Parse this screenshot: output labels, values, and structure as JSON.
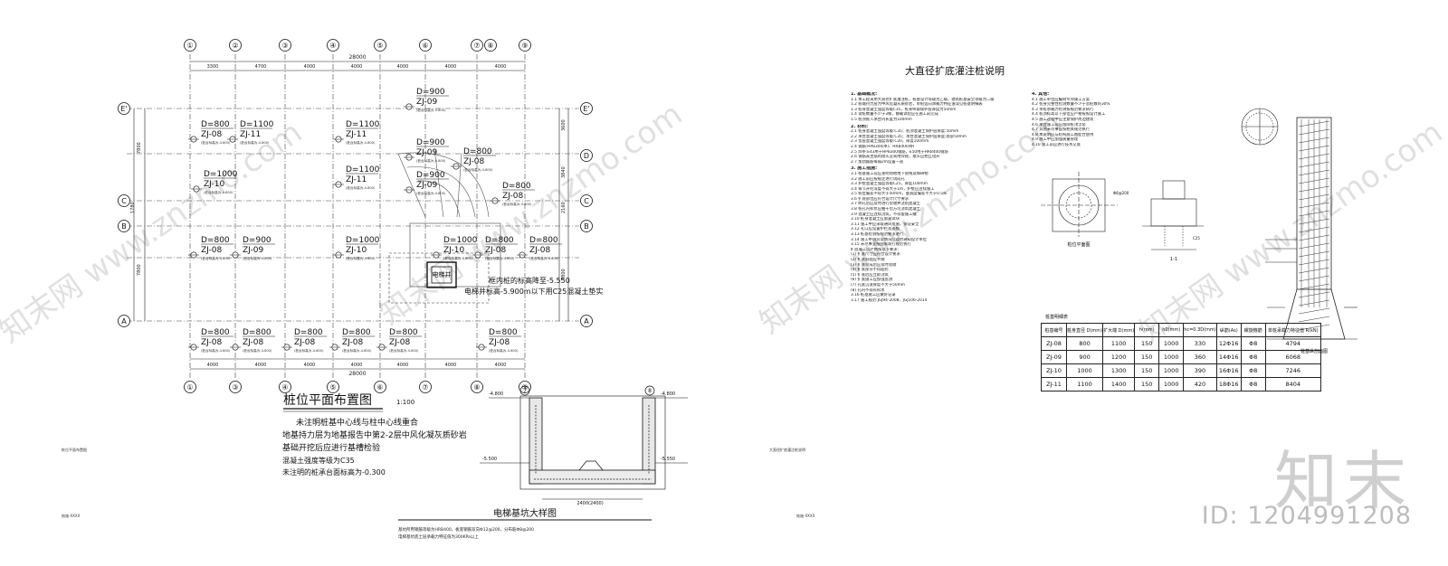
{
  "left_drawing": {
    "grid_numbers_top": [
      "①",
      "②",
      "③",
      "④",
      "⑤",
      "⑥",
      "⑦",
      "⑧",
      "⑨"
    ],
    "grid_numbers_bottom": [
      "①",
      "③",
      "④",
      "⑤",
      "⑥",
      "⑦",
      "⑧",
      "⑨"
    ],
    "grid_letters": [
      "E'",
      "E",
      "D",
      "C",
      "B",
      "A"
    ],
    "total_dim": "28000",
    "top_dims": [
      "3300",
      "4700",
      "4000",
      "4000",
      "4000",
      "4000",
      "4000"
    ],
    "bottom_dims": [
      "4000",
      "4000",
      "4000",
      "4000",
      "4000",
      "4000",
      "4000"
    ],
    "left_dims": [
      "7800",
      "1780",
      "7800"
    ],
    "right_dims": [
      "3600",
      "3840",
      "2160",
      "7800"
    ],
    "piles": [
      {
        "d": "D=800",
        "zj": "ZJ-08",
        "note": "(桩台标高为-4.800)"
      },
      {
        "d": "D=1100",
        "zj": "ZJ-11",
        "note": "(桩台标高为-4.800)"
      },
      {
        "d": "D=1100",
        "zj": "ZJ-11",
        "note": "(桩台标高为-4.800)"
      },
      {
        "d": "D=900",
        "zj": "ZJ-09",
        "note": "(桩台标高为-4.800)"
      },
      {
        "d": "D=900",
        "zj": "ZJ-09",
        "note": "(桩台标高为-4.800)"
      },
      {
        "d": "D=800",
        "zj": "ZJ-08",
        "note": "(桩台标高为-4.800)"
      },
      {
        "d": "D=1000",
        "zj": "ZJ-10",
        "note": "(桩台标高为-4.800)"
      },
      {
        "d": "D=1100",
        "zj": "ZJ-11",
        "note": "(桩台标高为-4.800)"
      },
      {
        "d": "D=900",
        "zj": "ZJ-09",
        "note": "(桩台标高为-4.800)"
      },
      {
        "d": "D=800",
        "zj": "ZJ-08",
        "note": "(桩台标高为-4.800)"
      },
      {
        "d": "D=800",
        "zj": "ZJ-08",
        "note": "(桩台标高为-4.800)"
      },
      {
        "d": "D=900",
        "zj": "ZJ-09",
        "note": "(桩台标高为-4.800)"
      },
      {
        "d": "D=1000",
        "zj": "ZJ-10",
        "note": "(桩台标高为-4.800)"
      },
      {
        "d": "D=1000",
        "zj": "ZJ-10",
        "note": "(桩台标高为-4.800)"
      },
      {
        "d": "D=800",
        "zj": "ZJ-08",
        "note": "(桩台标高为-4.800)"
      },
      {
        "d": "D=800",
        "zj": "ZJ-08",
        "note": "(桩台标高为-4.800)"
      },
      {
        "d": "D=800",
        "zj": "ZJ-08",
        "note": "(桩台标高为-4.800)"
      },
      {
        "d": "D=800",
        "zj": "ZJ-08",
        "note": "(桩台标高为-4.800)"
      },
      {
        "d": "D=800",
        "zj": "ZJ-08",
        "note": "(桩台标高为-4.800)"
      },
      {
        "d": "D=800",
        "zj": "ZJ-08",
        "note": "(桩台标高为-4.800)"
      },
      {
        "d": "D=800",
        "zj": "ZJ-08",
        "note": "(桩台标高为-4.800)"
      },
      {
        "d": "D=800",
        "zj": "ZJ-08",
        "note": "(桩台标高为-4.800)"
      }
    ],
    "elevator_label": "电梯井",
    "elevator_note_1": "框内桩的标高降至-5.550",
    "elevator_note_2": "电梯井标高-5.900m以下用C25混凝土垫实",
    "title": "桩位平面布置图",
    "scale": "1:100",
    "notes": [
      "未注明桩基中心线与柱中心线重合",
      "地基持力层为地基报告中第2-2层中风化凝灰质砂岩",
      "基础开挖后应进行基槽检验",
      "混凝土强度等级为C35",
      "未注明的桩承台面标高为-0.300"
    ],
    "small_label_left": "桩位平面布置图",
    "small_label_bottom": "结施-XXXX"
  },
  "elevator_pit": {
    "title": "电梯基坑大样图",
    "dims_bottom": "2400(2400)",
    "elev_top_left": "-4.800",
    "elev_top_right": "-4.800",
    "elev_mid": "-5.500",
    "elev_right": "-5.550",
    "note_1": "基坑所用钢筋等级为HRB400，板底钢筋双向Φ12@200，分布筋Φ8@200",
    "note_2": "电梯基坑底土层承载力特征值为300KPa以上"
  },
  "right_sheet": {
    "title": "大直径扩底灌注桩说明",
    "sheet_label": "大直径扩底灌注桩说明",
    "sheet_no": "结施-XXXX",
    "notes_left": [
      {
        "h": "1. 基础概况:"
      },
      {
        "t": "1.1 本工程采用大直径扩底灌注桩，桩基设计等级为乙级，建筑桩基安全等级为二级"
      },
      {
        "t": "1.2 桩端持力层为中风化凝灰质砂岩，单桩竖向承载力特征值详见桩基明细表"
      },
      {
        "t": "1.3 桩身混凝土强度等级C35，桩身纵筋保护层厚度为50mm"
      },
      {
        "t": "1.4 试桩数量不少于3根，静载试验应在施工前完成"
      },
      {
        "t": "1.5 桩顶嵌入承台内长度为100mm"
      },
      {
        "h": "2. 材料:"
      },
      {
        "t": "2.1 桩身混凝土强度等级:C35；桩顶混凝土保护层厚度:50mm"
      },
      {
        "t": "2.2 承台混凝土强度等级:C35；承台混凝土保护层厚度:底部50mm"
      },
      {
        "t": "2.3 垫层混凝土强度等级:C20，厚度100mm"
      },
      {
        "t": "2.4 钢筋:HPB300(Φ)、HRB400(Φ)"
      },
      {
        "t": "2.5 焊条:E43用于HPB300钢筋，E50用于HRB400钢筋"
      },
      {
        "t": "2.6 钢筋笼主筋的接头宜采用焊接，接头应相互错开"
      },
      {
        "t": "2.7 加劲箍筋每隔2m设置一道"
      },
      {
        "h": "3. 施工措施:"
      },
      {
        "t": "3.1 桩基施工前应查明场地地下管线及障碍物"
      },
      {
        "t": "3.2 施工前应按规定进行试成孔"
      },
      {
        "t": "3.3 护壁混凝土强度等级C25，厚度100mm"
      },
      {
        "t": "3.4 每节开挖深度不得大于1m，护壁应连续施工"
      },
      {
        "t": "3.5 桩位偏差不得大于50mm，垂直度偏差不大于0.5%"
      },
      {
        "t": "3.6 扩底部位应符合设计尺寸要求"
      },
      {
        "t": "3.7 终孔后应及时进行验收并浇筑混凝土"
      },
      {
        "t": "3.8 桩孔内积水应抽干后方可浇筑混凝土"
      },
      {
        "t": "3.9 混凝土应连续浇筑，不得留施工缝"
      },
      {
        "t": "3.10 桩身混凝土应留置试块"
      },
      {
        "t": "3.11 施工中应采取通风措施，保证安全"
      },
      {
        "t": "3.12 孔口应设置护栏及盖板"
      },
      {
        "t": "3.13 桩基检测按规范要求进行"
      },
      {
        "t": "3.14 施工中遇异常情况应及时通知设计单位"
      },
      {
        "t": "3.15 未尽事宜按国家现行规范执行"
      },
      {
        "t": "扩底施工应严格按以下要求:"
      },
      {
        "t": "(1) 扩底尺寸应符合设计要求"
      },
      {
        "t": "(2) 扩底斜面应平顺"
      },
      {
        "t": "(3) 扩底完成后应及时验收"
      },
      {
        "t": "(4) 扩底部分不得超挖"
      },
      {
        "t": "(5) 扩底后应立即浇筑"
      },
      {
        "t": "(6) 扩底施工应加强监测"
      },
      {
        "t": "(7) 孔底沉渣厚度不大于50mm"
      },
      {
        "t": "(8) 孔内不得有积水"
      },
      {
        "t": "3.16 桩基施工应做好记录"
      },
      {
        "t": "3.17 施工规范:JGJ94-2008、JGJ106-2014"
      }
    ],
    "notes_right": [
      {
        "h": "4. 其他:"
      },
      {
        "t": "4.1 施工单位应编制专项施工方案"
      },
      {
        "t": "4.2 桩身完整性检测数量不少于总桩数的30%"
      },
      {
        "t": "4.3 单桩承载力检测按规范要求执行"
      },
      {
        "t": "4.4 桩顶标高以下部位应严格按照设计施工"
      },
      {
        "t": "4.5 施工过程中应注意保护周边建筑"
      },
      {
        "t": "4.6 承台施工前应凿除桩顶浮浆"
      },
      {
        "t": "4.7 其他未尽事宜按相关规范执行"
      },
      {
        "t": "4.8 本说明应与结构施工图配合使用"
      },
      {
        "t": "4.9 施工中应加强质量管理"
      },
      {
        "t": "4.10 施工前应进行技术交底"
      }
    ],
    "detail_labels": {
      "plan": "桩位平面图",
      "section": "1-1",
      "elev": "桩基纵剖面图",
      "table_title": "桩基明细表",
      "b8": "Φ8@200",
      "c25": "C25"
    },
    "table": {
      "headers": [
        "桩基编号",
        "桩身直径 D(mm)",
        "扩大端 D(mm)",
        "h(mm)",
        "h0(mm)",
        "hc=0.3D(mm)",
        "纵筋(As)",
        "螺旋箍筋",
        "单桩承载力特征值 R(kN)"
      ],
      "rows": [
        [
          "ZJ-08",
          "800",
          "1100",
          "150",
          "1000",
          "330",
          "12Φ16",
          "Φ8",
          "4794"
        ],
        [
          "ZJ-09",
          "900",
          "1200",
          "150",
          "1000",
          "360",
          "14Φ16",
          "Φ8",
          "6068"
        ],
        [
          "ZJ-10",
          "1000",
          "1300",
          "150",
          "1000",
          "390",
          "16Φ16",
          "Φ8",
          "7246"
        ],
        [
          "ZJ-11",
          "1100",
          "1400",
          "150",
          "1000",
          "420",
          "18Φ16",
          "Φ8",
          "8404"
        ]
      ]
    }
  },
  "watermark": {
    "logo": "知末",
    "id": "ID: 1204991208",
    "diag": "知末网 www.znzmo.com"
  }
}
